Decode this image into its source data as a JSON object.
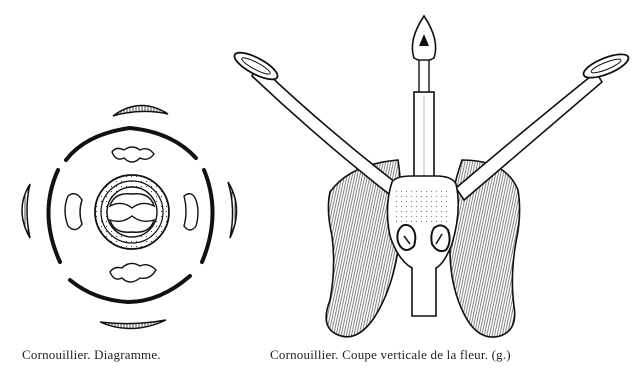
{
  "figures": [
    {
      "id": "diagram",
      "caption": "Cornouillier. Diagramme."
    },
    {
      "id": "section",
      "caption": "Cornouillier. Coupe verticale de la fleur. (g.)"
    }
  ],
  "colors": {
    "ink": "#111111",
    "paper": "#ffffff"
  }
}
